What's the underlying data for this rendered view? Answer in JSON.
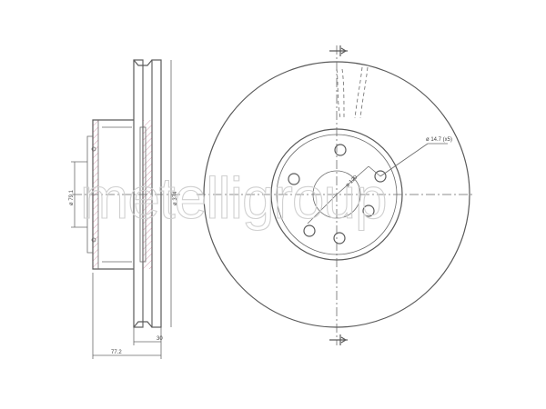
{
  "watermark": "metelligroup",
  "dimensions": {
    "hub_bore": "ø 79.1",
    "outer_diameter": "ø 374",
    "bolt_hole": "ø 14.7 (x5)",
    "pcd": "ø 120",
    "thickness": "30",
    "total_height": "77.2"
  },
  "colors": {
    "line": "#5a5a5a",
    "section_hatch": "#b05a7a"
  }
}
